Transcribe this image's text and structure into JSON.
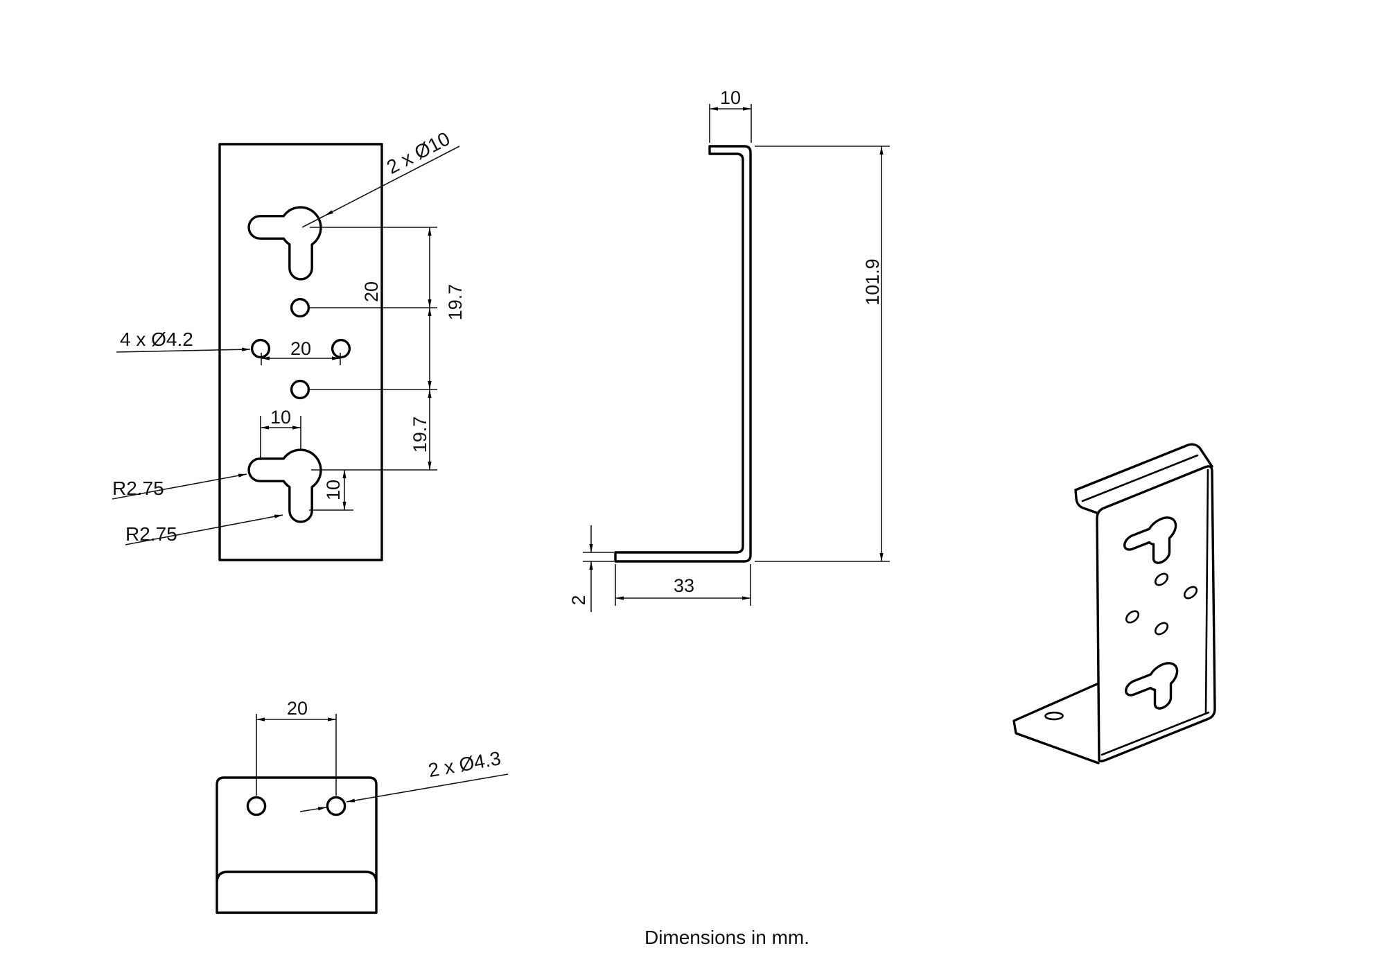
{
  "front_view": {
    "note_keyholes": "2 x Ø10",
    "note_small_holes": "4 x Ø4.2",
    "note_radius_upper": "R2.75",
    "note_radius_lower": "R2.75",
    "dim_keyhole_to_hole": "19.7",
    "dim_holes_vertical": "20",
    "dim_hole_to_keyhole": "19.7",
    "dim_holes_horizontal": "20",
    "dim_arm_horizontal": "10",
    "dim_arm_vertical": "10"
  },
  "side_view": {
    "dim_top_flange_depth": "10",
    "dim_overall_height": "101.9",
    "dim_base_depth": "33",
    "dim_thickness": "2"
  },
  "bottom_view": {
    "dim_hole_spacing": "20",
    "note_base_holes": "2 x Ø4.3"
  },
  "footer": {
    "units_note": "Dimensions in mm."
  }
}
